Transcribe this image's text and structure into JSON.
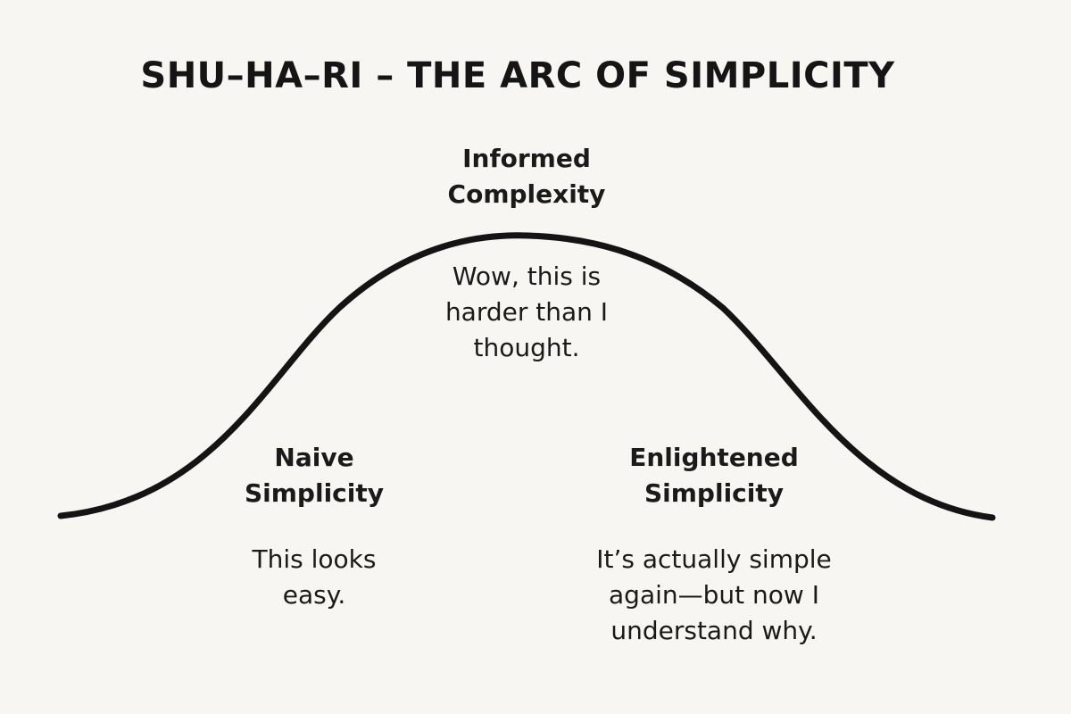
{
  "title": "SHU–HA–RI – THE ARC OF SIMPLICITY",
  "stages": [
    {
      "label_lines": [
        "Naive",
        "Simplicity"
      ],
      "quote_lines": [
        "This looks",
        "easy."
      ]
    },
    {
      "label_lines": [
        "Informed",
        "Complexity"
      ],
      "quote_lines": [
        "Wow, this is",
        "harder than I",
        "thought."
      ]
    },
    {
      "label_lines": [
        "Enlightened",
        "Simplicity"
      ],
      "quote_lines": [
        "It’s actually simple",
        "again—but now I",
        "understand why."
      ]
    }
  ],
  "colors": {
    "background": "#f7f6f2",
    "ink": "#1a1a1a"
  }
}
